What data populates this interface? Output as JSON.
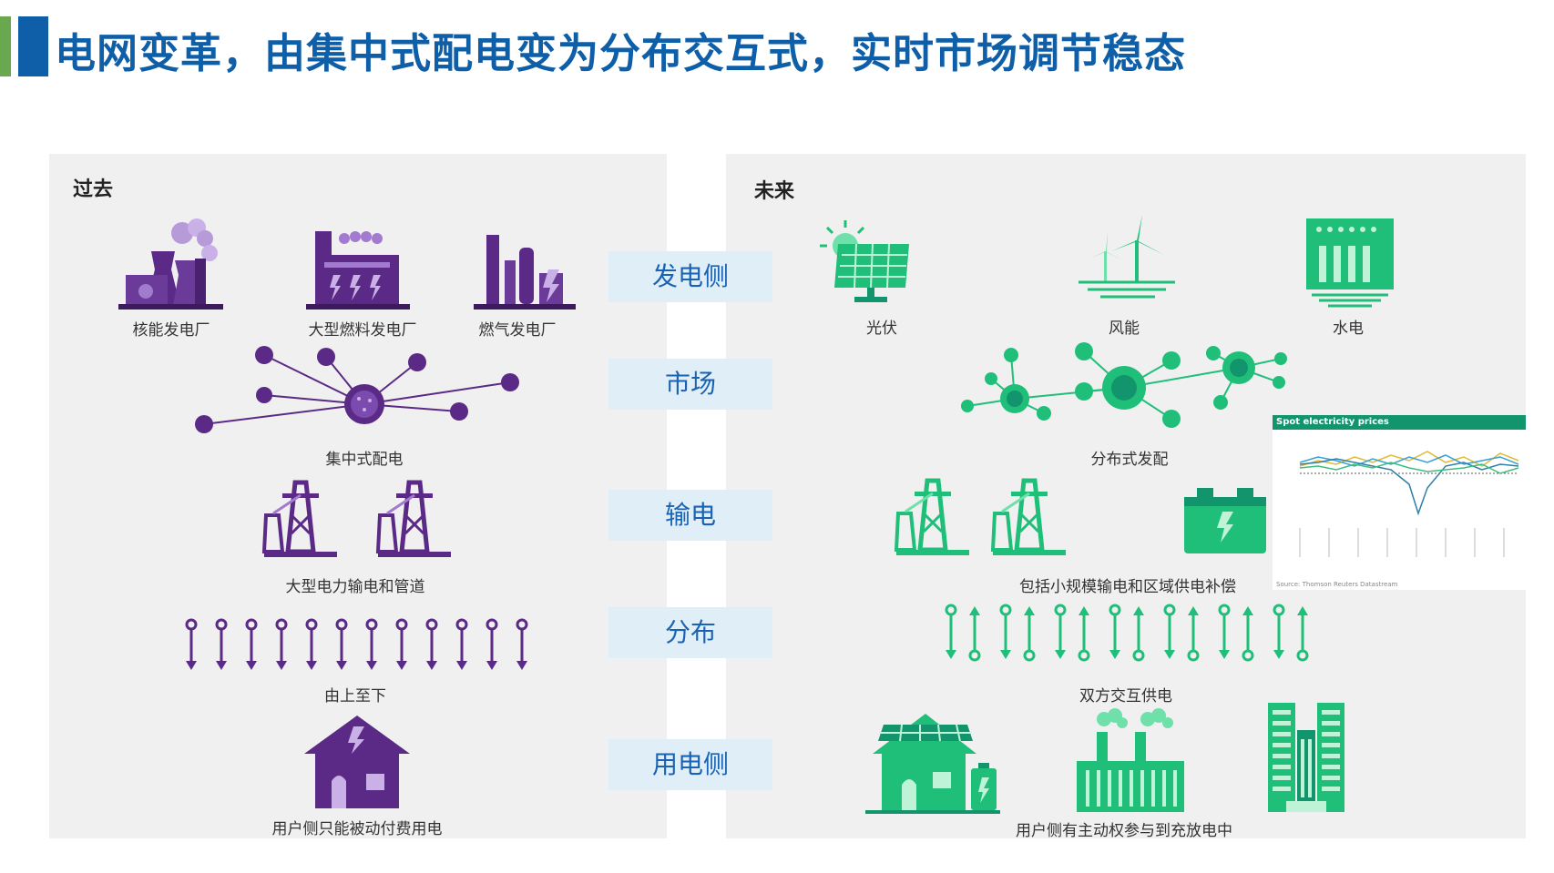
{
  "title": "电网变革，由集中式配电变为分布交互式，实时市场调节稳态",
  "left_panel": {
    "heading": "过去",
    "captions": {
      "nuclear": "核能发电厂",
      "fuel": "大型燃料发电厂",
      "gas": "燃气发电厂",
      "central": "集中式配电",
      "transmission": "大型电力输电和管道",
      "topdown": "由上至下",
      "passive": "用户侧只能被动付费用电"
    }
  },
  "right_panel": {
    "heading": "未来",
    "captions": {
      "solar": "光伏",
      "wind": "风能",
      "hydro": "水电",
      "distributed": "分布式发配",
      "transmission": "包括小规模输电和区域供电补偿",
      "bidirectional": "双方交互供电",
      "active": "用户侧有主动权参与到充放电中"
    },
    "inset": {
      "title": "Spot electricity prices",
      "source": "Source: Thomson Reuters Datastream"
    }
  },
  "center_labels": [
    "发电侧",
    "市场",
    "输电",
    "分布",
    "用电侧"
  ],
  "colors": {
    "title_blue": "#0f5ea8",
    "title_green": "#6aa84f",
    "purple": "#5b2a86",
    "purple_light": "#a27ad0",
    "green": "#1fbf7a",
    "green_dark": "#12946d",
    "label_blue": "#1a63b3",
    "label_bg": "#e0eef8",
    "panel_bg": "#f0f0f0"
  }
}
